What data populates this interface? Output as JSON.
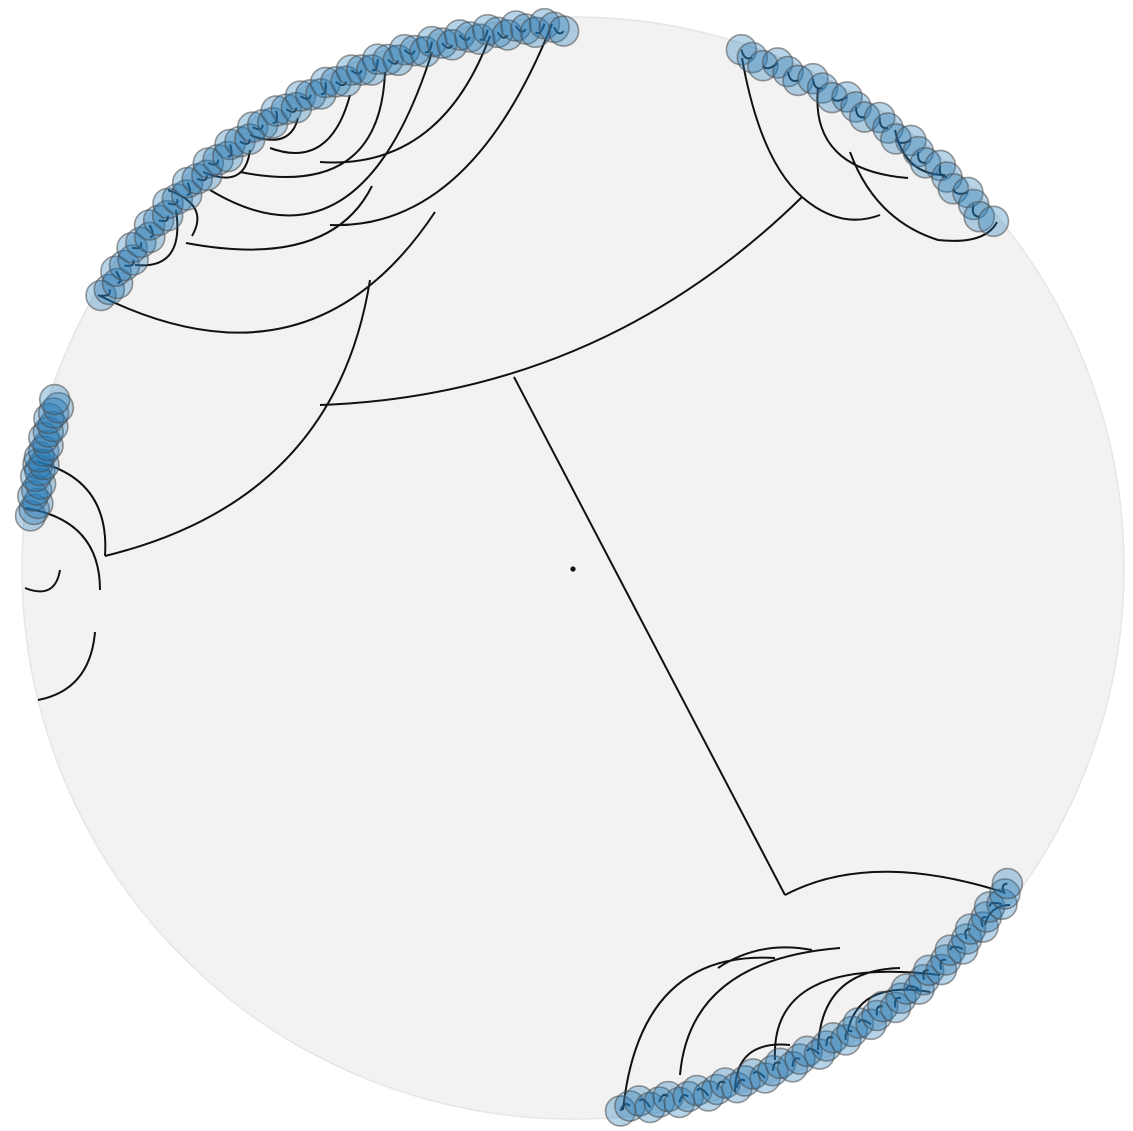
{
  "diagram": {
    "type": "hyperbolic-dendrogram",
    "disk_fill": "#f2f2f2",
    "disk_stroke": "#e6e6e6",
    "node_color": "#1f77b4",
    "edge_color": "#111111",
    "clusters": [
      {
        "id": "upper-left",
        "leaf_count": 60
      },
      {
        "id": "upper-right",
        "leaf_count": 25
      },
      {
        "id": "left",
        "leaf_count": 20
      },
      {
        "id": "lower-right",
        "leaf_count": 48
      }
    ]
  }
}
